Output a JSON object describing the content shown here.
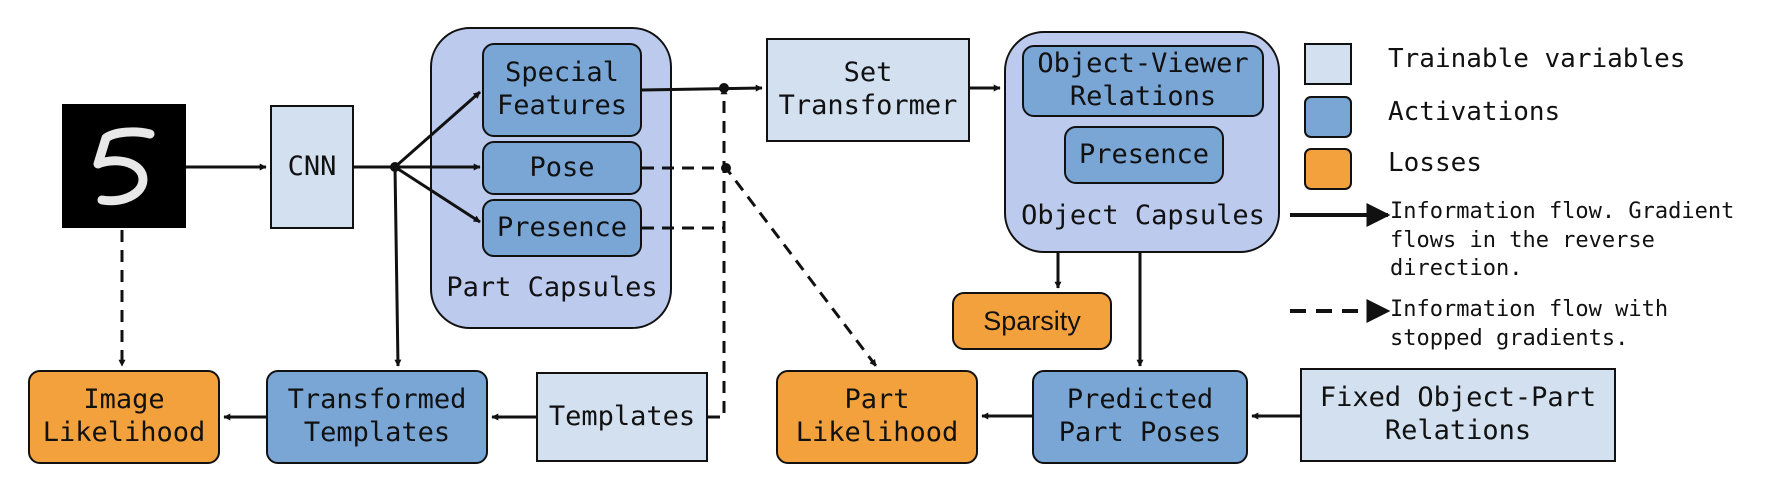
{
  "colors": {
    "trainable": "#d2e0ef",
    "activation": "#7aa6d6",
    "loss": "#f3a13d",
    "capsule_group": "#bccaed",
    "line": "#111111"
  },
  "input_image": {
    "icon": "mnist-digit-5-thumbnail"
  },
  "nodes": {
    "cnn": "CNN",
    "special_features": "Special\nFeatures",
    "pose": "Pose",
    "part_presence": "Presence",
    "set_transformer": "Set\nTransformer",
    "object_viewer_relations": "Object-Viewer\nRelations",
    "object_presence": "Presence",
    "sparsity": "Sparsity",
    "image_likelihood": "Image\nLikelihood",
    "transformed_templates": "Transformed\nTemplates",
    "templates": "Templates",
    "part_likelihood": "Part\nLikelihood",
    "predicted_part_poses": "Predicted\nPart Poses",
    "fixed_object_part_relations": "Fixed Object-Part\nRelations"
  },
  "groups": {
    "part_capsules": "Part Capsules",
    "object_capsules": "Object Capsules"
  },
  "legend": {
    "trainable": "Trainable variables",
    "activations": "Activations",
    "losses": "Losses",
    "solid_arrow": "Information flow. Gradient\nflows in the reverse\ndirection.",
    "dashed_arrow": "Information flow with\nstopped gradients."
  }
}
